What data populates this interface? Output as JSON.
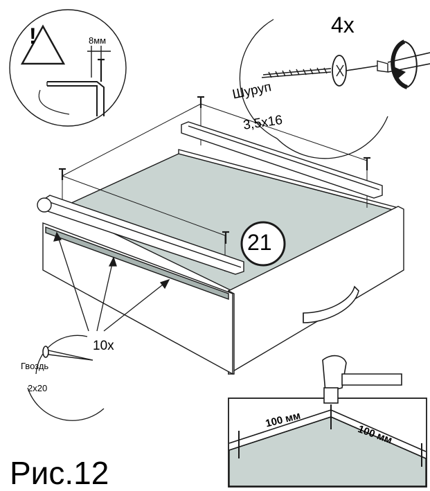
{
  "figure": {
    "title": "Рис.12",
    "step_number": "21",
    "colors": {
      "line": "#1a1a1a",
      "panel_fill": "#c9d4d1",
      "wood_fill": "#ffffff",
      "shadow_fill": "#a7b3b0"
    }
  },
  "callouts": {
    "warning": {
      "icon": "warning-triangle-icon",
      "symbol": "!",
      "gap_label": "8мм"
    },
    "screw": {
      "quantity": "4х",
      "name": "Шуруп",
      "size": "3,5х16",
      "icon": "screw-icon",
      "rotation_icon": "rotate-arrow-icon"
    },
    "nail": {
      "quantity": "10х",
      "name": "Гвоздь",
      "size": "2х20",
      "icon": "nail-icon"
    },
    "spacing": {
      "left_label": "100 мм",
      "right_label": "100 мм",
      "tool_icon": "hammer-icon"
    }
  }
}
